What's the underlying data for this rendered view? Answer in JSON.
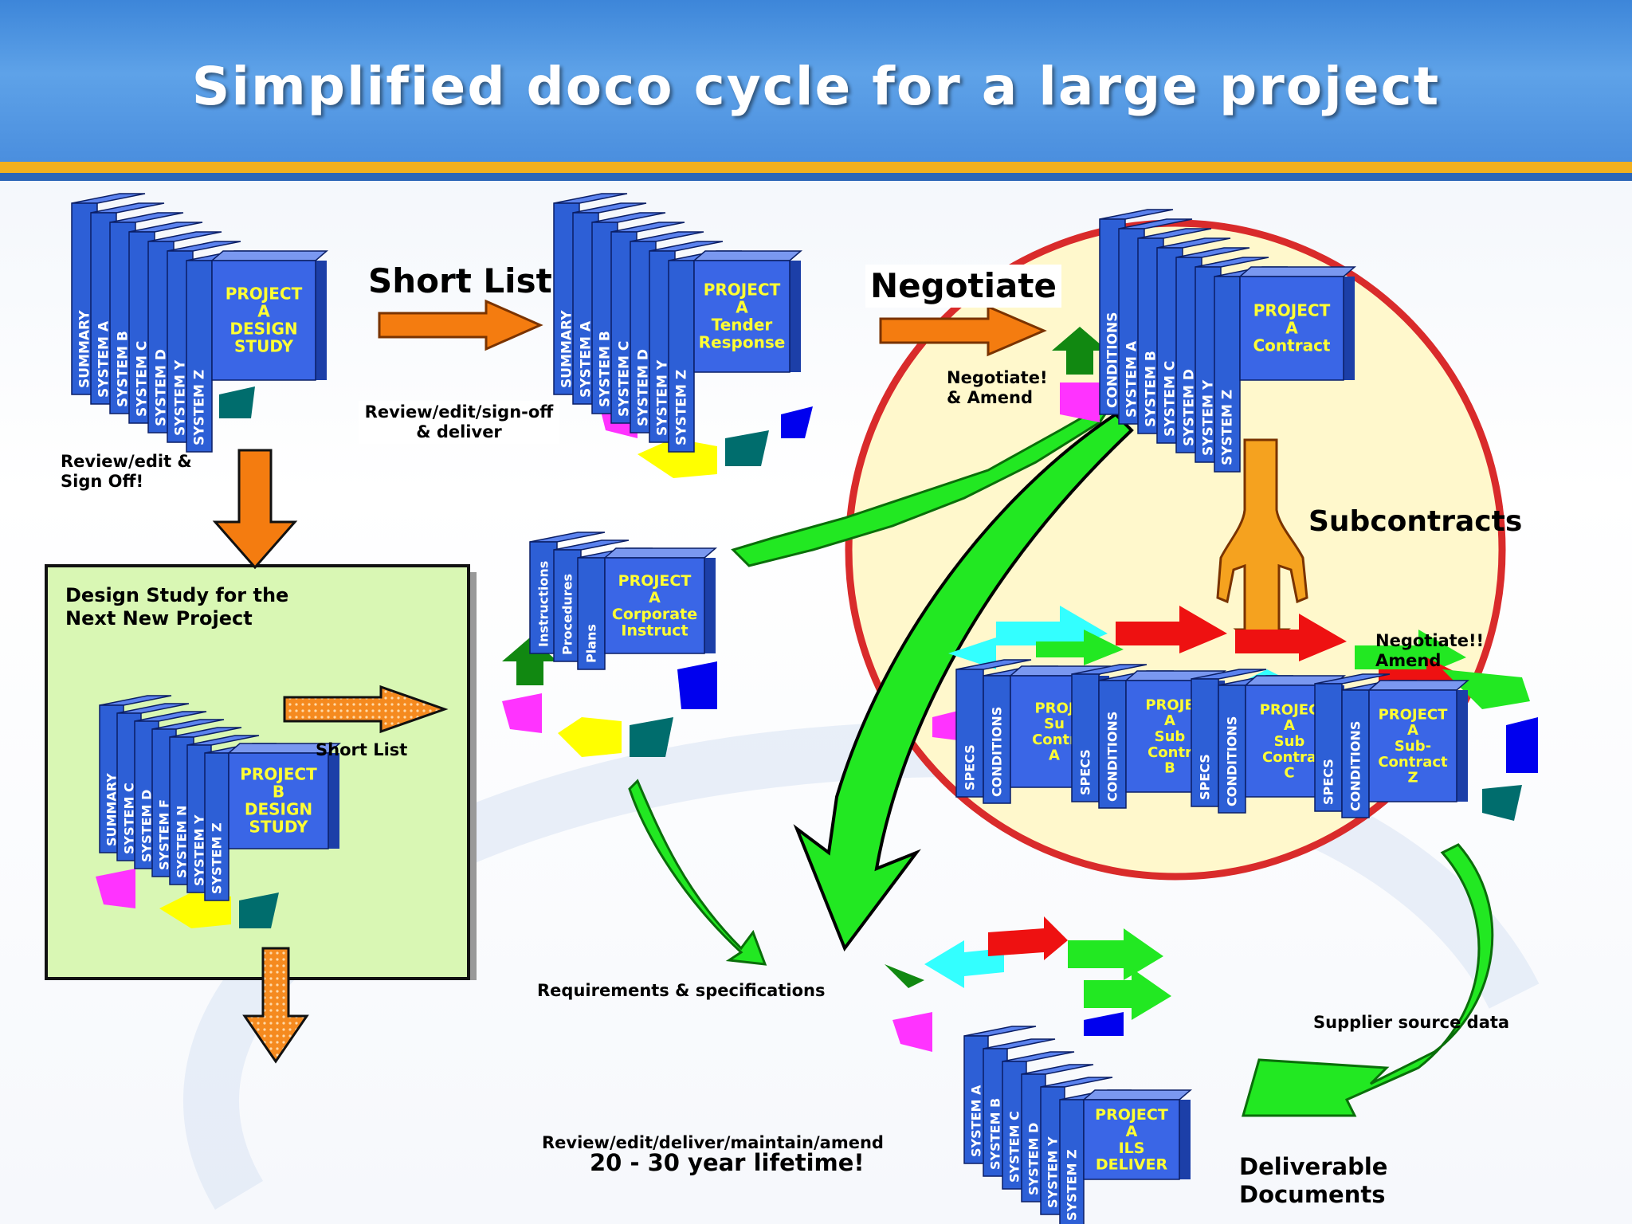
{
  "title": "Simplified doco cycle for a large project",
  "colors": {
    "header_blue": "#4a8ede",
    "gold_stripe": "#f2b01e",
    "binder_blue": "#2d5fd6",
    "binder_text": "#ffff33",
    "circle_fill": "#fff8cc",
    "circle_border": "#d92b2b",
    "box_fill": "#d9f7b4",
    "arrow_orange": "#f47c10",
    "arrow_green": "#22e822"
  },
  "stack_design": {
    "spines": [
      "SUMMARY",
      "SYSTEM A",
      "SYSTEM B",
      "SYSTEM C",
      "SYSTEM D",
      "SYSTEM Y",
      "SYSTEM Z"
    ],
    "cover": [
      "PROJECT",
      "A",
      "DESIGN",
      "STUDY"
    ]
  },
  "stack_tender": {
    "spines": [
      "SUMMARY",
      "SYSTEM A",
      "SYSTEM B",
      "SYSTEM C",
      "SYSTEM D",
      "SYSTEM Y",
      "SYSTEM Z"
    ],
    "cover": [
      "PROJECT",
      "A",
      "Tender",
      "Response"
    ]
  },
  "stack_contract": {
    "spines": [
      "CONDITIONS",
      "SYSTEM A",
      "SYSTEM B",
      "SYSTEM C",
      "SYSTEM D",
      "SYSTEM Y",
      "SYSTEM Z"
    ],
    "cover": [
      "PROJECT",
      "A",
      "Contract"
    ]
  },
  "stack_corporate": {
    "spines": [
      "Instructions",
      "Procedures",
      "Plans"
    ],
    "cover": [
      "PROJECT",
      "A",
      "Corporate",
      "Instruct"
    ]
  },
  "stack_next": {
    "spines": [
      "SUMMARY",
      "SYSTEM C",
      "SYSTEM D",
      "SYSTEM F",
      "SYSTEM N",
      "SYSTEM Y",
      "SYSTEM Z"
    ],
    "cover": [
      "PROJECT",
      "B",
      "DESIGN",
      "STUDY"
    ]
  },
  "stack_ils": {
    "spines": [
      "SYSTEM A",
      "SYSTEM B",
      "SYSTEM C",
      "SYSTEM D",
      "SYSTEM Y",
      "SYSTEM Z"
    ],
    "cover": [
      "PROJECT",
      "A",
      "ILS",
      "DELIVER"
    ]
  },
  "subcontracts": [
    {
      "spines": [
        "SPECS",
        "CONDITIONS"
      ],
      "cover": [
        "PROJ",
        "Su",
        "Contr",
        "A"
      ]
    },
    {
      "spines": [
        "SPECS",
        "CONDITIONS"
      ],
      "cover": [
        "PROJE",
        "A",
        "Sub",
        "Contr",
        "B"
      ]
    },
    {
      "spines": [
        "SPECS",
        "CONDITIONS"
      ],
      "cover": [
        "PROJEC",
        "A",
        "Sub",
        "Contra",
        "C"
      ]
    },
    {
      "spines": [
        "SPECS",
        "CONDITIONS"
      ],
      "cover": [
        "PROJECT",
        "A",
        "Sub-",
        "Contract",
        "Z"
      ]
    }
  ],
  "labels": {
    "short_list": "Short List",
    "negotiate": "Negotiate",
    "review_edit_signoff_1": "Review/edit/sign-off",
    "review_edit_signoff_2": "& deliver",
    "review_edit_1": "Review/edit  &",
    "review_edit_2": "Sign Off!",
    "negotiate_amend_1": "Negotiate!",
    "negotiate_amend_2": "& Amend",
    "subcontracts": "Subcontracts",
    "negotiate_amend_sub_1": "Negotiate!!",
    "negotiate_amend_sub_2": "Amend",
    "design_study_next_1": "Design Study for the",
    "design_study_next_2": "Next New Project",
    "short_list_small": "Short List",
    "requirements": "Requirements & specifications",
    "supplier_source": "Supplier source data",
    "review_lifetime_1": "Review/edit/deliver/maintain/amend",
    "review_lifetime_2": "20 - 30 year lifetime!",
    "deliverable_1": "Deliverable",
    "deliverable_2": "Documents"
  }
}
